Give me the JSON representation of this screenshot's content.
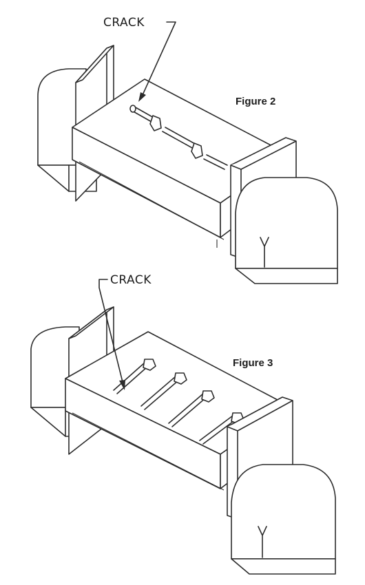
{
  "figures": [
    {
      "caption": "Figure 2",
      "callout": "CRACK"
    },
    {
      "caption": "Figure 3",
      "callout": "CRACK"
    }
  ]
}
